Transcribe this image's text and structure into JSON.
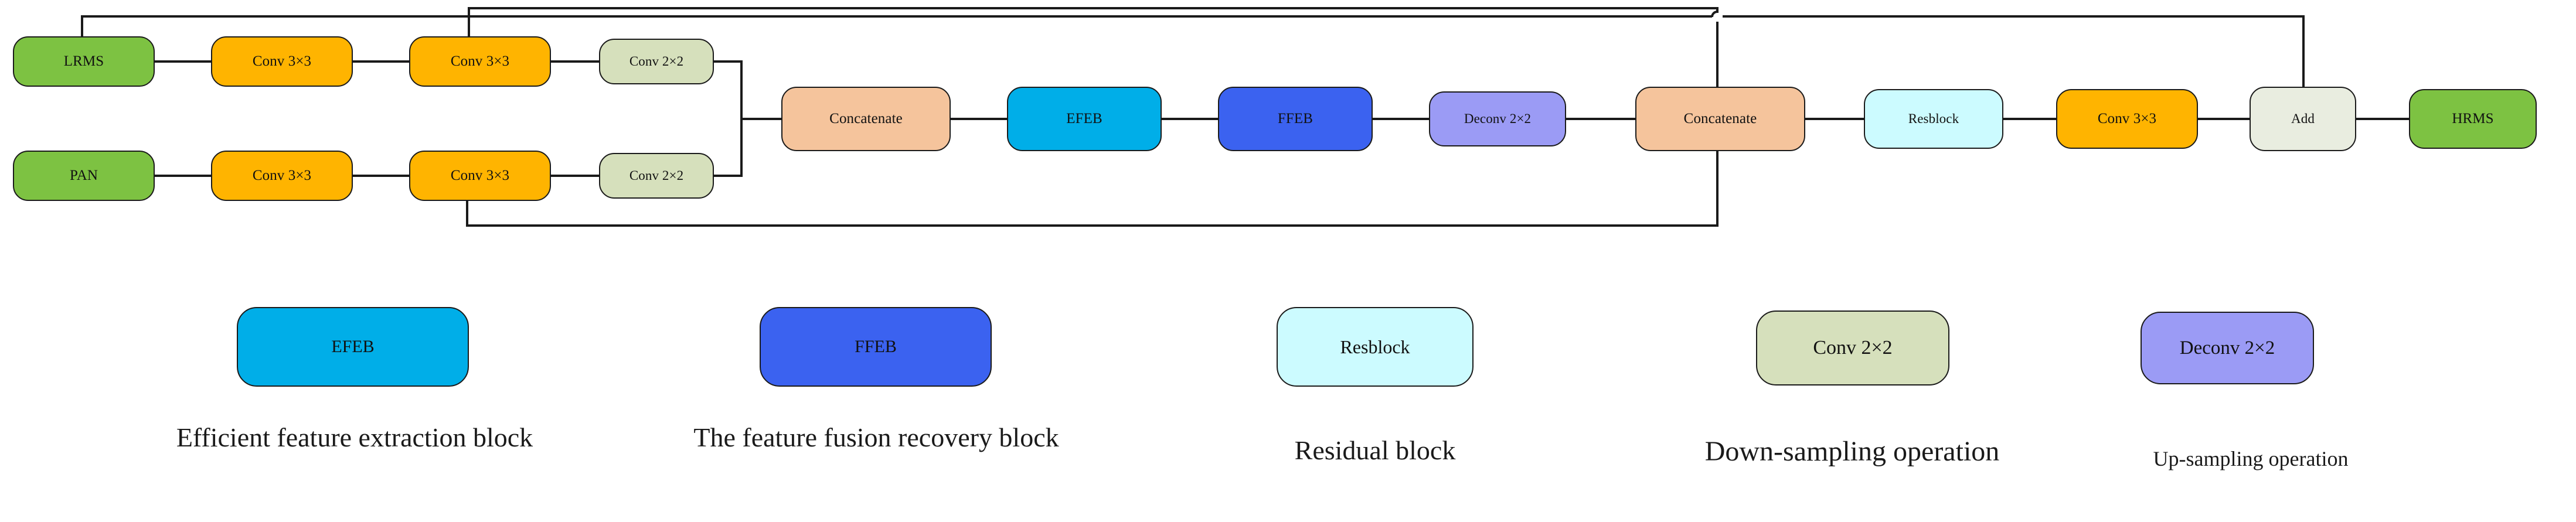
{
  "figure": {
    "type": "neural-network-architecture-diagram",
    "background": "#ffffff"
  },
  "palette": {
    "input_output_green": "#7DC242",
    "conv3x3_orange": "#FFB400",
    "conv2x2_olive": "#D6E0BC",
    "concatenate_peach": "#F5C49C",
    "efeb_cyan": "#00AEE8",
    "ffeb_blue": "#3B62F0",
    "deconv_periwinkle": "#9B9BF5",
    "resblock_paleblue": "#CCFBFF",
    "add_offwhite": "#E9EDE0",
    "wire_black": "#1a1a1a"
  },
  "flow": {
    "branches": [
      {
        "name": "lrms-branch",
        "nodes": [
          {
            "id": "lrms",
            "label": "LRMS",
            "fill": "#7DC242"
          },
          {
            "id": "lrms-conv1",
            "label": "Conv 3×3",
            "fill": "#FFB400"
          },
          {
            "id": "lrms-conv2",
            "label": "Conv 3×3",
            "fill": "#FFB400"
          },
          {
            "id": "lrms-down",
            "label": "Conv 2×2",
            "fill": "#D6E0BC"
          }
        ]
      },
      {
        "name": "pan-branch",
        "nodes": [
          {
            "id": "pan",
            "label": "PAN",
            "fill": "#7DC242"
          },
          {
            "id": "pan-conv1",
            "label": "Conv 3×3",
            "fill": "#FFB400"
          },
          {
            "id": "pan-conv2",
            "label": "Conv 3×3",
            "fill": "#FFB400"
          },
          {
            "id": "pan-down",
            "label": "Conv 2×2",
            "fill": "#D6E0BC"
          }
        ]
      }
    ],
    "trunk": [
      {
        "id": "concat1",
        "label": "Concatenate",
        "fill": "#F5C49C"
      },
      {
        "id": "efeb",
        "label": "EFEB",
        "fill": "#00AEE8"
      },
      {
        "id": "ffeb",
        "label": "FFEB",
        "fill": "#3B62F0"
      },
      {
        "id": "deconv",
        "label": "Deconv 2×2",
        "fill": "#9B9BF5"
      },
      {
        "id": "concat2",
        "label": "Concatenate",
        "fill": "#F5C49C"
      },
      {
        "id": "resblock",
        "label": "Resblock",
        "fill": "#CCFBFF"
      },
      {
        "id": "conv3x3",
        "label": "Conv 3×3",
        "fill": "#FFB400"
      },
      {
        "id": "add",
        "label": "Add",
        "fill": "#E9EDE0"
      },
      {
        "id": "hrms",
        "label": "HRMS",
        "fill": "#7DC242"
      }
    ],
    "skip_connections": [
      {
        "id": "skip-top",
        "from": "lrms-conv2",
        "to": "concat2",
        "route": "top"
      },
      {
        "id": "skip-lrms",
        "from": "lrms",
        "to": "add",
        "route": "upper"
      },
      {
        "id": "skip-bottom",
        "from": "pan-conv2",
        "to": "concat2",
        "route": "bottom"
      }
    ]
  },
  "legend": {
    "items": [
      {
        "id": "legend-efeb",
        "label": "EFEB",
        "fill": "#00AEE8",
        "caption": "Efficient feature extraction block"
      },
      {
        "id": "legend-ffeb",
        "label": "FFEB",
        "fill": "#3B62F0",
        "caption": "The  feature fusion recovery block"
      },
      {
        "id": "legend-resblock",
        "label": "Resblock",
        "fill": "#CCFBFF",
        "caption": "Residual block"
      },
      {
        "id": "legend-conv2x2",
        "label": "Conv 2×2",
        "fill": "#D6E0BC",
        "caption": "Down-sampling operation"
      },
      {
        "id": "legend-deconv",
        "label": "Deconv 2×2",
        "fill": "#9B9BF5",
        "caption": "Up-sampling operation"
      }
    ]
  }
}
